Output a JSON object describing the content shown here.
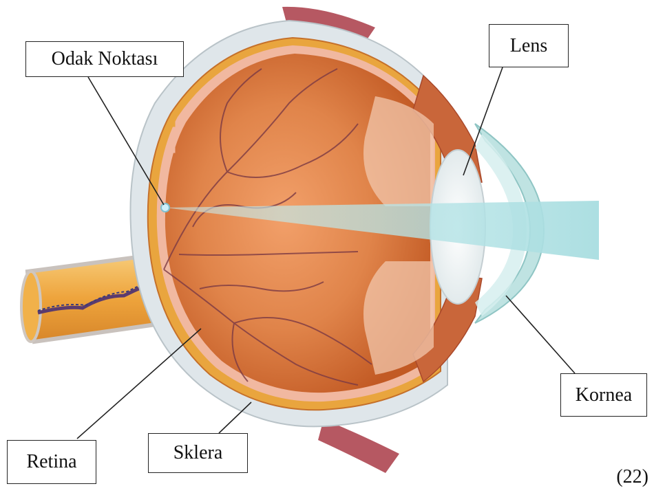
{
  "labels": {
    "focal_point": "Odak Noktası",
    "lens": "Lens",
    "cornea": "Kornea",
    "retina": "Retina",
    "sclera": "Sklera"
  },
  "figure_number": "(22)",
  "colors": {
    "vitreous": "#e0844a",
    "vitreous_dark": "#c85a22",
    "sclera": "#dfe6ea",
    "choroid": "#e8a33c",
    "cornea": "#bfe3e2",
    "light_beam": "#a8dde0",
    "muscle": "#b0505a",
    "nerve": "#f2b24a"
  },
  "icons": [
    "eye-cross-section-illustration",
    "light-beam",
    "focal-point-dot"
  ]
}
